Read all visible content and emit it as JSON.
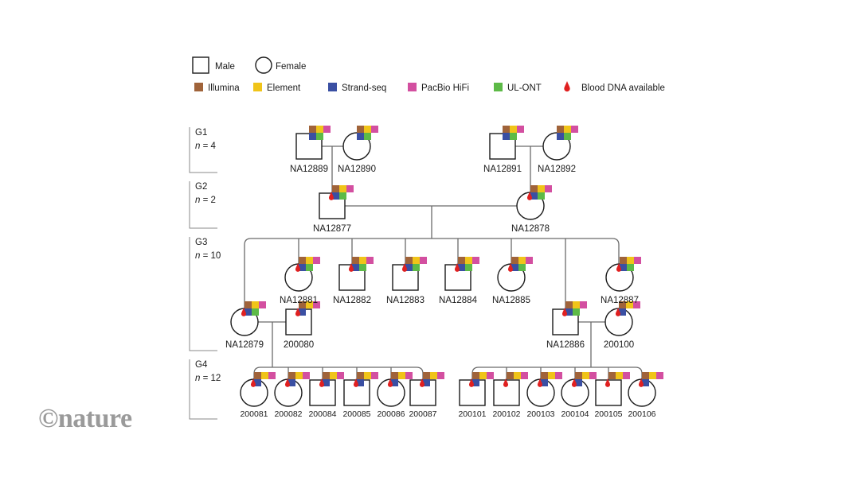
{
  "legend": {
    "sex": [
      {
        "key": "male",
        "label": "Male",
        "shape": "square"
      },
      {
        "key": "female",
        "label": "Female",
        "shape": "circle"
      }
    ],
    "data_types": [
      {
        "key": "illumina",
        "label": "Illumina",
        "color": "#a0633a"
      },
      {
        "key": "element",
        "label": "Element",
        "color": "#f0c419"
      },
      {
        "key": "strandseq",
        "label": "Strand-seq",
        "color": "#3a4fa3"
      },
      {
        "key": "pacbio",
        "label": "PacBio HiFi",
        "color": "#d34fa0"
      },
      {
        "key": "ulont",
        "label": "UL-ONT",
        "color": "#5dba47"
      }
    ],
    "blood": {
      "label": "Blood DNA available",
      "color": "#e02020"
    }
  },
  "generations": [
    {
      "label": "G1",
      "n_text": "n",
      "count_text": " = 4"
    },
    {
      "label": "G2",
      "n_text": "n",
      "count_text": " = 2"
    },
    {
      "label": "G3",
      "n_text": "n",
      "count_text": " = 10"
    },
    {
      "label": "G4",
      "n_text": "n",
      "count_text": " = 12"
    }
  ],
  "individuals": [
    {
      "id": "NA12889",
      "sex": "male",
      "gen": "G1",
      "data": [
        "illumina",
        "element",
        "pacbio",
        "strandseq",
        "ulont"
      ],
      "blood": false
    },
    {
      "id": "NA12890",
      "sex": "female",
      "gen": "G1",
      "data": [
        "illumina",
        "element",
        "pacbio",
        "strandseq",
        "ulont"
      ],
      "blood": false
    },
    {
      "id": "NA12891",
      "sex": "male",
      "gen": "G1",
      "data": [
        "illumina",
        "element",
        "pacbio",
        "strandseq",
        "ulont"
      ],
      "blood": false
    },
    {
      "id": "NA12892",
      "sex": "female",
      "gen": "G1",
      "data": [
        "illumina",
        "element",
        "pacbio",
        "strandseq",
        "ulont"
      ],
      "blood": false
    },
    {
      "id": "NA12877",
      "sex": "male",
      "gen": "G2",
      "data": [
        "illumina",
        "element",
        "pacbio",
        "strandseq",
        "ulont"
      ],
      "blood": true
    },
    {
      "id": "NA12878",
      "sex": "female",
      "gen": "G2",
      "data": [
        "illumina",
        "element",
        "pacbio",
        "strandseq",
        "ulont"
      ],
      "blood": true
    },
    {
      "id": "NA12879",
      "sex": "female",
      "gen": "G3",
      "data": [
        "illumina",
        "element",
        "pacbio",
        "strandseq",
        "ulont"
      ],
      "blood": true
    },
    {
      "id": "200080",
      "sex": "male",
      "gen": "G3",
      "data": [
        "illumina",
        "element",
        "pacbio",
        "strandseq"
      ],
      "blood": true
    },
    {
      "id": "NA12881",
      "sex": "female",
      "gen": "G3",
      "data": [
        "illumina",
        "element",
        "pacbio",
        "strandseq",
        "ulont"
      ],
      "blood": true
    },
    {
      "id": "NA12882",
      "sex": "male",
      "gen": "G3",
      "data": [
        "illumina",
        "element",
        "pacbio",
        "strandseq",
        "ulont"
      ],
      "blood": true
    },
    {
      "id": "NA12883",
      "sex": "male",
      "gen": "G3",
      "data": [
        "illumina",
        "element",
        "pacbio",
        "strandseq",
        "ulont"
      ],
      "blood": true
    },
    {
      "id": "NA12884",
      "sex": "male",
      "gen": "G3",
      "data": [
        "illumina",
        "element",
        "pacbio",
        "strandseq",
        "ulont"
      ],
      "blood": true
    },
    {
      "id": "NA12885",
      "sex": "female",
      "gen": "G3",
      "data": [
        "illumina",
        "element",
        "pacbio",
        "strandseq",
        "ulont"
      ],
      "blood": true
    },
    {
      "id": "NA12886",
      "sex": "male",
      "gen": "G3",
      "data": [
        "illumina",
        "element",
        "pacbio",
        "strandseq",
        "ulont"
      ],
      "blood": true
    },
    {
      "id": "200100",
      "sex": "female",
      "gen": "G3",
      "data": [
        "illumina",
        "element",
        "pacbio",
        "strandseq"
      ],
      "blood": true
    },
    {
      "id": "NA12887",
      "sex": "female",
      "gen": "G3",
      "data": [
        "illumina",
        "element",
        "pacbio",
        "strandseq",
        "ulont"
      ],
      "blood": true
    },
    {
      "id": "200081",
      "sex": "female",
      "gen": "G4",
      "data": [
        "illumina",
        "element",
        "pacbio",
        "strandseq"
      ],
      "blood": true
    },
    {
      "id": "200082",
      "sex": "female",
      "gen": "G4",
      "data": [
        "illumina",
        "element",
        "pacbio",
        "strandseq"
      ],
      "blood": true
    },
    {
      "id": "200084",
      "sex": "male",
      "gen": "G4",
      "data": [
        "illumina",
        "element",
        "pacbio",
        "strandseq"
      ],
      "blood": true
    },
    {
      "id": "200085",
      "sex": "male",
      "gen": "G4",
      "data": [
        "illumina",
        "element",
        "pacbio",
        "strandseq"
      ],
      "blood": true
    },
    {
      "id": "200086",
      "sex": "female",
      "gen": "G4",
      "data": [
        "illumina",
        "element",
        "pacbio",
        "strandseq"
      ],
      "blood": true
    },
    {
      "id": "200087",
      "sex": "male",
      "gen": "G4",
      "data": [
        "illumina",
        "element",
        "pacbio",
        "strandseq"
      ],
      "blood": true
    },
    {
      "id": "200101",
      "sex": "male",
      "gen": "G4",
      "data": [
        "illumina",
        "element",
        "pacbio",
        "strandseq"
      ],
      "blood": true
    },
    {
      "id": "200102",
      "sex": "male",
      "gen": "G4",
      "data": [
        "illumina",
        "element",
        "pacbio"
      ],
      "blood": true
    },
    {
      "id": "200103",
      "sex": "female",
      "gen": "G4",
      "data": [
        "illumina",
        "element",
        "pacbio",
        "strandseq"
      ],
      "blood": true
    },
    {
      "id": "200104",
      "sex": "female",
      "gen": "G4",
      "data": [
        "illumina",
        "element",
        "pacbio",
        "strandseq"
      ],
      "blood": true
    },
    {
      "id": "200105",
      "sex": "male",
      "gen": "G4",
      "data": [
        "illumina",
        "element",
        "pacbio"
      ],
      "blood": true
    },
    {
      "id": "200106",
      "sex": "female",
      "gen": "G4",
      "data": [
        "illumina",
        "element",
        "pacbio",
        "strandseq"
      ],
      "blood": true
    }
  ],
  "couples": [
    {
      "partners": [
        "NA12889",
        "NA12890"
      ],
      "children": [
        "NA12877"
      ]
    },
    {
      "partners": [
        "NA12891",
        "NA12892"
      ],
      "children": [
        "NA12878"
      ]
    },
    {
      "partners": [
        "NA12877",
        "NA12878"
      ],
      "children": [
        "NA12879",
        "NA12881",
        "NA12882",
        "NA12883",
        "NA12884",
        "NA12885",
        "NA12886",
        "NA12887"
      ]
    },
    {
      "partners": [
        "NA12879",
        "200080"
      ],
      "children": [
        "200081",
        "200082",
        "200084",
        "200085",
        "200086",
        "200087"
      ]
    },
    {
      "partners": [
        "NA12886",
        "200100"
      ],
      "children": [
        "200101",
        "200102",
        "200103",
        "200104",
        "200105",
        "200106"
      ]
    }
  ],
  "logo": {
    "text": "©nature"
  }
}
